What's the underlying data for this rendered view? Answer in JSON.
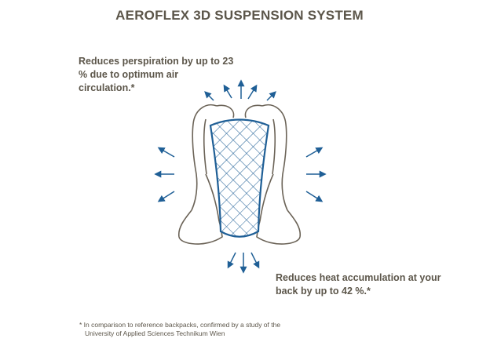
{
  "title": "AEROFLEX 3D SUSPENSION SYSTEM",
  "callouts": {
    "top": "Reduces perspiration by up to 23 % due to optimum air circulation.*",
    "bottom": "Reduces heat accumulation at your back by up to 42 %.*"
  },
  "footnote": {
    "line1": "* In comparison to reference backpacks, confirmed by a study of the",
    "line2": "University of Applied Sciences Technikum Wien"
  },
  "colors": {
    "text": "#5c564a",
    "outline": "#6b6357",
    "mesh_and_arrows": "#1f5f96"
  },
  "icons": [
    "backpack-back-panel-icon",
    "airflow-arrow-icon"
  ]
}
